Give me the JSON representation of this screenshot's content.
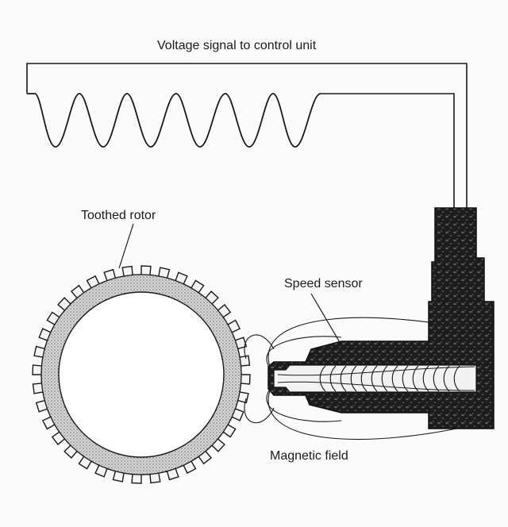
{
  "labels": {
    "voltage_signal": "Voltage signal to control unit",
    "toothed_rotor": "Toothed rotor",
    "speed_sensor": "Speed sensor",
    "magnetic_field": "Magnetic field"
  },
  "colors": {
    "background": "#fbfbfb",
    "ink": "#1a1a1a",
    "housing": "#2a2a2a",
    "ring_hatch": "#9a9a9a"
  }
}
